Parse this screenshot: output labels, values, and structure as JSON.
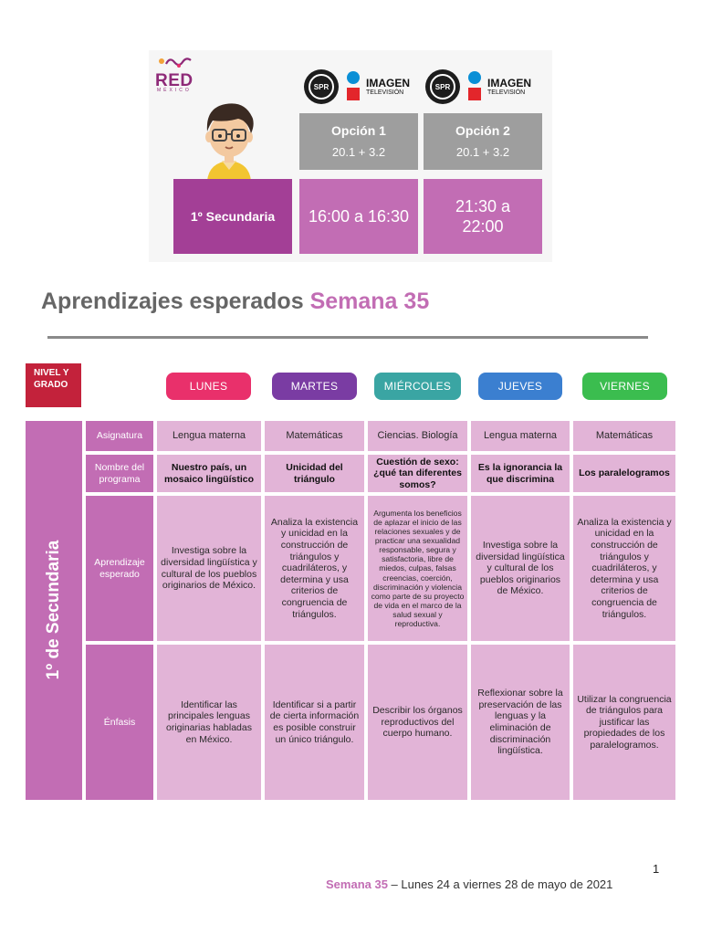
{
  "header": {
    "logo": {
      "name": "RED",
      "sub": "MÉXICO"
    },
    "broadcasters": [
      {
        "spr": "SPR",
        "brand": "IMAGEN",
        "brand_sub": "TELEVISIÓN"
      },
      {
        "spr": "SPR",
        "brand": "IMAGEN",
        "brand_sub": "TELEVISIÓN"
      }
    ],
    "options": [
      {
        "title": "Opción 1",
        "channel": "20.1  +  3.2",
        "time": "16:00 a 16:30"
      },
      {
        "title": "Opción 2",
        "channel": "20.1  +  3.2",
        "time": "21:30 a 22:00"
      }
    ],
    "grade": "1º Secundaria"
  },
  "title": {
    "main": "Aprendizajes esperados",
    "accent": "Semana 35"
  },
  "table": {
    "level_header": "NIVEL Y GRADO",
    "days": [
      "LUNES",
      "MARTES",
      "MIÉRCOLES",
      "JUEVES",
      "VIERNES"
    ],
    "grade_label": "1º de Secundaria",
    "row_labels": {
      "subject": "Asignatura",
      "program": "Nombre del programa",
      "learning": "Aprendizaje esperado",
      "emphasis": "Énfasis"
    },
    "subjects": [
      "Lengua materna",
      "Matemáticas",
      "Ciencias. Biología",
      "Lengua materna",
      "Matemáticas"
    ],
    "programs": [
      "Nuestro país, un mosaico lingüístico",
      "Unicidad del triángulo",
      "Cuestión de sexo: ¿qué tan diferentes somos?",
      "Es la ignorancia la que discrimina",
      "Los paralelogramos"
    ],
    "learning": [
      "Investiga sobre la diversidad lingüística y cultural de los pueblos originarios de México.",
      "Analiza la existencia y unicidad en la construcción de triángulos y cuadriláteros, y determina y usa criterios de congruencia de triángulos.",
      "Argumenta los beneficios de aplazar el inicio de las relaciones sexuales y de practicar una sexualidad responsable, segura y satisfactoria, libre de miedos, culpas, falsas creencias, coerción, discriminación y violencia como parte de su proyecto de vida en el marco de la salud sexual y reproductiva.",
      "Investiga sobre la diversidad lingüística y cultural de los pueblos originarios de México.",
      "Analiza la existencia y unicidad en la construcción de triángulos y cuadriláteros, y determina y usa criterios de congruencia de triángulos."
    ],
    "emphasis": [
      "Identificar las principales lenguas originarias habladas en México.",
      "Identificar si a partir de cierta información es posible construir un único triángulo.",
      "Describir los órganos reproductivos del cuerpo humano.",
      "Reflexionar sobre la preservación de las lenguas y la eliminación de discriminación lingüística.",
      "Utilizar la congruencia de triángulos para justificar las propiedades de los paralelogramos."
    ]
  },
  "footer": {
    "page_number": "1",
    "week": "Semana 35",
    "dates": " – Lunes 24 a viernes 28 de mayo de 2021"
  },
  "colors": {
    "accent_pink": "#c26db4",
    "grade_purple": "#a33f96",
    "cell_bg": "#e2b4d7",
    "nivel_red": "#c3223b",
    "lunes": "#e9306b",
    "martes": "#7a3ca3",
    "miercoles": "#3aa5a3",
    "jueves": "#3b7fd0",
    "viernes": "#3bbd4f",
    "option_gray": "#9e9e9e"
  }
}
